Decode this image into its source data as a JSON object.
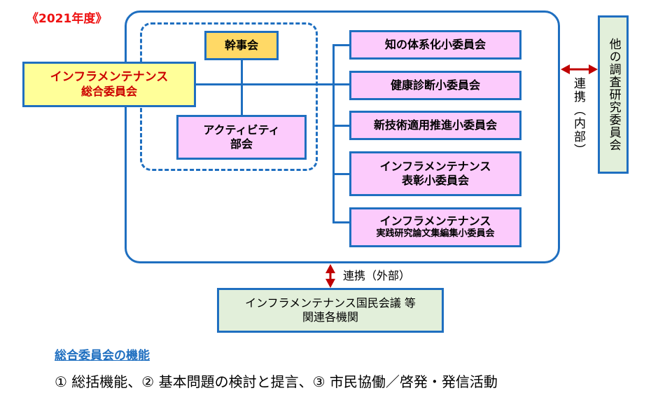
{
  "year_label": "《2021年度》",
  "general_committee": {
    "line1": "インフラメンテナンス",
    "line2": "総合委員会"
  },
  "secretariat": "幹事会",
  "activity_section": {
    "line1": "アクティビティ",
    "line2": "部会"
  },
  "subcommittees": [
    {
      "line1": "知の体系化小委員会"
    },
    {
      "line1": "健康診断小委員会"
    },
    {
      "line1": "新技術適用推進小委員会"
    },
    {
      "line1": "インフラメンテナンス",
      "line2": "表彰小委員会"
    },
    {
      "line1": "インフラメンテナンス",
      "line2": "実践研究論文集編集小委員会"
    }
  ],
  "other_committees": "他の調査研究委員会",
  "internal_link_label": "連携（内部）",
  "external_link_label": "連携（外部）",
  "national_council": {
    "line1": "インフラメンテナンス国民会議 等",
    "line2": "関連各機関"
  },
  "functions": {
    "title": "総合委員会の機能",
    "text": "① 総括機能、② 基本問題の検討と提言、③ 市民協働／啓発・発信活動"
  },
  "colors": {
    "border_blue": "#1f6fc0",
    "title_red": "#ee1111",
    "arrow_red": "#c00000",
    "main_box_fill": "#ffff99",
    "secretariat_fill": "#ffd966",
    "subcommittee_fill": "#fccbfc",
    "external_fill": "#e2efda"
  }
}
